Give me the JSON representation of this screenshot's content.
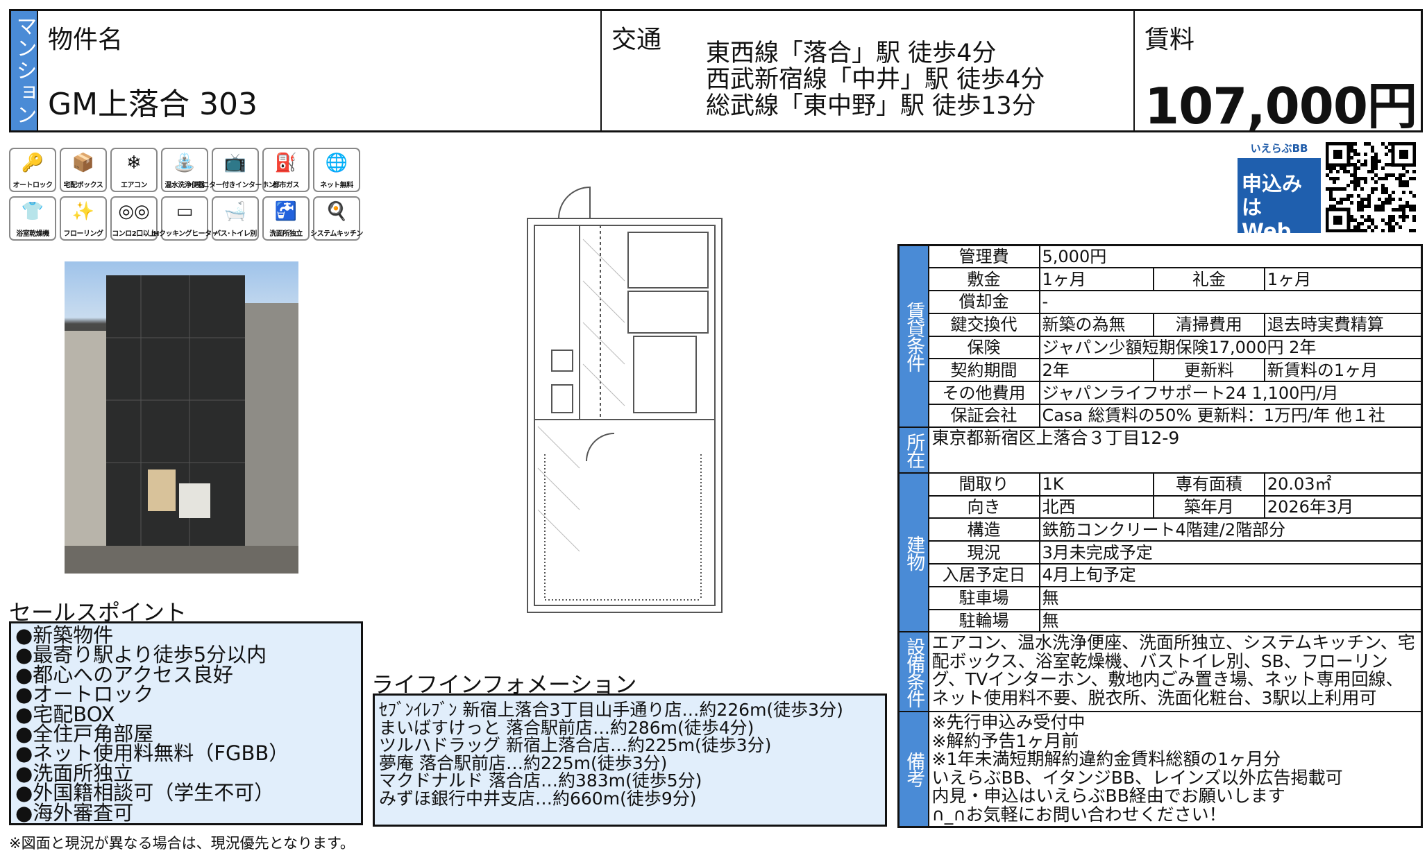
{
  "header": {
    "type_label": "マンション",
    "name_label": "物件名",
    "name": "GM上落合 303",
    "transport_label": "交通",
    "routes": [
      "東西線「落合」駅 徒歩4分",
      "西武新宿線「中井」駅 徒歩4分",
      "総武線「東中野」駅 徒歩13分"
    ],
    "rent_label": "賃料",
    "rent": "107,000円"
  },
  "amenity_icons": [
    {
      "label": "オートロック",
      "icon": "key-icon",
      "glyph": "🔑"
    },
    {
      "label": "宅配ボックス",
      "icon": "delivery-box-icon",
      "glyph": "📦"
    },
    {
      "label": "エアコン",
      "icon": "air-conditioner-icon",
      "glyph": "❄"
    },
    {
      "label": "温水洗浄便器",
      "icon": "bidet-icon",
      "glyph": "⛲"
    },
    {
      "label": "モニター付きインターホン",
      "icon": "intercom-icon",
      "glyph": "📺"
    },
    {
      "label": "都市ガス",
      "icon": "gas-tank-icon",
      "glyph": "⛽"
    },
    {
      "label": "ネット無料",
      "icon": "internet-icon",
      "glyph": "🌐"
    },
    {
      "label": "浴室乾燥機",
      "icon": "bath-dryer-icon",
      "glyph": "👕"
    },
    {
      "label": "フローリング",
      "icon": "flooring-icon",
      "glyph": "✨"
    },
    {
      "label": "コンロ2口以上",
      "icon": "stove-icon",
      "glyph": "◎◎"
    },
    {
      "label": "IHクッキングヒーター",
      "icon": "ih-heater-icon",
      "glyph": "▭"
    },
    {
      "label": "バス･トイレ別",
      "icon": "bath-toilet-icon",
      "glyph": "🛁"
    },
    {
      "label": "洗面所独立",
      "icon": "washbasin-icon",
      "glyph": "🚰"
    },
    {
      "label": "システムキッチン",
      "icon": "kitchen-icon",
      "glyph": "🍳"
    }
  ],
  "web_apply": {
    "brand": "いえらぶBB",
    "text_line1": "申込みは",
    "text_line2": "Webで!"
  },
  "sales": {
    "title": "セールスポイント",
    "items": [
      "●新築物件",
      "●最寄り駅より徒歩5分以内",
      "●都心へのアクセス良好",
      "●オートロック",
      "●宅配BOX",
      "●全住戸角部屋",
      "●ネット使用料無料（FGBB）",
      "●洗面所独立",
      "●外国籍相談可（学生不可）",
      "●海外審査可"
    ]
  },
  "life_info": {
    "title": "ライフインフォメーション",
    "items": [
      "ｾﾌﾞﾝｲﾚﾌﾞﾝ 新宿上落合3丁目山手通り店…約226m(徒歩3分)",
      "まいばすけっと 落合駅前店…約286m(徒歩4分)",
      "ツルハドラッグ 新宿上落合店…約225m(徒歩3分)",
      "夢庵 落合駅前店…約225m(徒歩3分)",
      "マクドナルド 落合店…約383m(徒歩5分)",
      "みずほ銀行中井支店…約660m(徒歩9分)"
    ]
  },
  "footnote": "※図面と現況が異なる場合は、現況優先となります。",
  "info": {
    "sections": [
      {
        "label": "賃貸条件",
        "rows": [
          [
            "管理費",
            "5,000円"
          ],
          [
            "敷金",
            "1ヶ月",
            "礼金",
            "1ヶ月"
          ],
          [
            "償却金",
            "-"
          ],
          [
            "鍵交換代",
            "新築の為無",
            "清掃費用",
            "退去時実費精算"
          ],
          [
            "保険",
            "ジャパン少額短期保険17,000円 2年"
          ],
          [
            "契約期間",
            "2年",
            "更新料",
            "新賃料の1ヶ月"
          ],
          [
            "その他費用",
            "ジャパンライフサポート24 1,100円/月"
          ],
          [
            "保証会社",
            "Casa 総賃料の50% 更新料：1万円/年 他１社"
          ]
        ]
      },
      {
        "label": "所在",
        "text": "東京都新宿区上落合３丁目12-9",
        "span": 2
      },
      {
        "label": "建物",
        "rows": [
          [
            "間取り",
            "1K",
            "専有面積",
            "20.03㎡"
          ],
          [
            "向き",
            "北西",
            "築年月",
            "2026年3月"
          ],
          [
            "構造",
            "鉄筋コンクリート4階建/2階部分"
          ],
          [
            "現況",
            "3月未完成予定"
          ],
          [
            "入居予定日",
            "4月上旬予定"
          ],
          [
            "駐車場",
            "無"
          ],
          [
            "駐輪場",
            "無"
          ]
        ]
      },
      {
        "label": "設備条件",
        "text": "エアコン、温水洗浄便座、洗面所独立、システムキッチン、宅配ボックス、浴室乾燥機、バストイレ別、SB、フローリング、TVインターホン、敷地内ごみ置き場、ネット専用回線、ネット使用料不要、脱衣所、洗面化粧台、3駅以上利用可",
        "span": 3.5
      },
      {
        "label": "備考",
        "lines": [
          "※先行申込み受付中",
          "※解約予告1ヶ月前",
          "※1年未満短期解約違約金賃料総額の1ヶ月分",
          "いえらぶBB、イタンジBB、レインズ以外広告掲載可",
          "内見・申込はいえらぶBB経由でお願いします",
          "∩_∩お気軽にお問い合わせください！"
        ]
      }
    ]
  },
  "colors": {
    "accent_blue": "#4a8bd6",
    "box_fill": "#e1eefb",
    "web_blue": "#1f5fae"
  }
}
